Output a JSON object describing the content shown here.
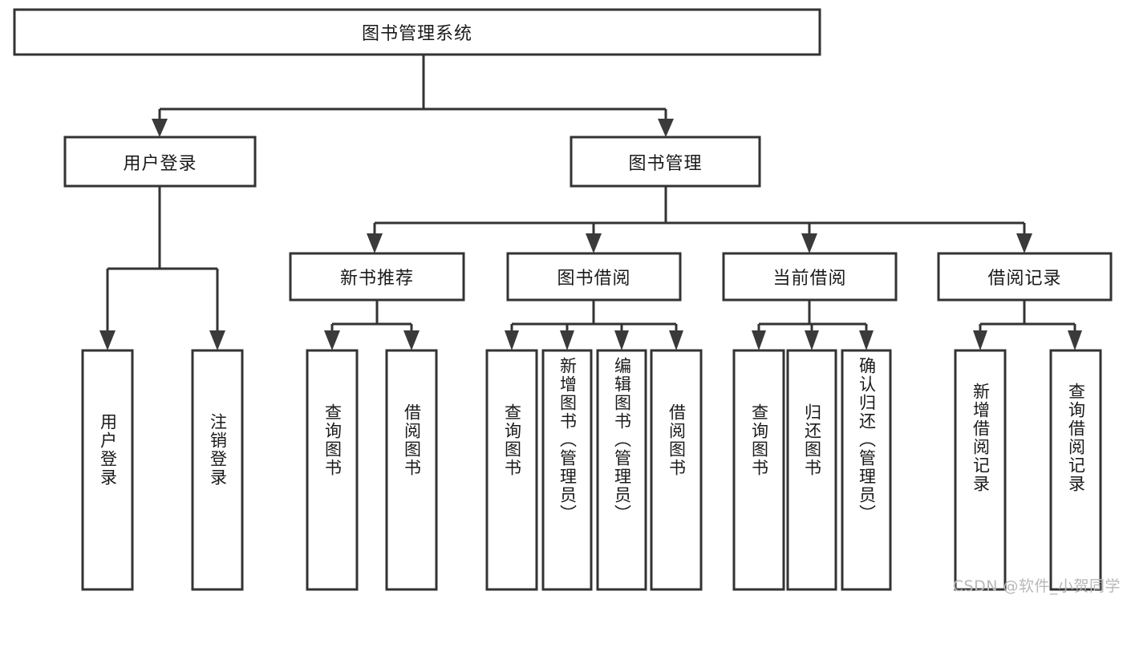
{
  "diagram": {
    "title": "图书管理系统",
    "watermark": "CSDN @软件_小贺同学",
    "colors": {
      "box_stroke": "#333333",
      "box_fill": "#ffffff",
      "line": "#333333",
      "arrow": "#3a3a3a",
      "text": "#1a1a1a",
      "watermark": "#b8b8b8",
      "background": "#ffffff"
    },
    "levels": {
      "root": "图书管理系统",
      "level2": [
        "用户登录",
        "图书管理"
      ],
      "level3": [
        "新书推荐",
        "图书借阅",
        "当前借阅",
        "借阅记录"
      ]
    },
    "nodes": {
      "root": {
        "label": "图书管理系统",
        "orientation": "horizontal"
      },
      "user_login": {
        "label": "用户登录",
        "orientation": "horizontal"
      },
      "book_manage": {
        "label": "图书管理",
        "orientation": "horizontal"
      },
      "new_book_rec": {
        "label": "新书推荐",
        "orientation": "horizontal"
      },
      "book_borrow": {
        "label": "图书借阅",
        "orientation": "horizontal"
      },
      "current_borrow": {
        "label": "当前借阅",
        "orientation": "horizontal"
      },
      "borrow_record": {
        "label": "借阅记录",
        "orientation": "horizontal"
      },
      "leaf_user_login": {
        "label": "用户登录",
        "orientation": "vertical"
      },
      "leaf_logout": {
        "label": "注销登录",
        "orientation": "vertical"
      },
      "leaf_query_book_1": {
        "label": "查询图书",
        "orientation": "vertical"
      },
      "leaf_borrow_book_1": {
        "label": "借阅图书",
        "orientation": "vertical"
      },
      "leaf_query_book_2": {
        "label": "查询图书",
        "orientation": "vertical"
      },
      "leaf_add_book": {
        "label": "新增图书（管理员）",
        "orientation": "vertical"
      },
      "leaf_edit_book": {
        "label": "编辑图书（管理员）",
        "orientation": "vertical"
      },
      "leaf_borrow_book_2": {
        "label": "借阅图书",
        "orientation": "vertical"
      },
      "leaf_query_book_3": {
        "label": "查询图书",
        "orientation": "vertical"
      },
      "leaf_return_book": {
        "label": "归还图书",
        "orientation": "vertical"
      },
      "leaf_confirm_return": {
        "label": "确认归还（管理员）",
        "orientation": "vertical"
      },
      "leaf_add_record": {
        "label": "新增借阅记录",
        "orientation": "vertical"
      },
      "leaf_query_record": {
        "label": "查询借阅记录",
        "orientation": "vertical"
      }
    },
    "tree": {
      "name": "图书管理系统",
      "children": [
        {
          "name": "用户登录",
          "children": [
            {
              "name": "用户登录"
            },
            {
              "name": "注销登录"
            }
          ]
        },
        {
          "name": "图书管理",
          "children": [
            {
              "name": "新书推荐",
              "children": [
                {
                  "name": "查询图书"
                },
                {
                  "name": "借阅图书"
                }
              ]
            },
            {
              "name": "图书借阅",
              "children": [
                {
                  "name": "查询图书"
                },
                {
                  "name": "新增图书（管理员）"
                },
                {
                  "name": "编辑图书（管理员）"
                },
                {
                  "name": "借阅图书"
                }
              ]
            },
            {
              "name": "当前借阅",
              "children": [
                {
                  "name": "查询图书"
                },
                {
                  "name": "归还图书"
                },
                {
                  "name": "确认归还（管理员）"
                }
              ]
            },
            {
              "name": "借阅记录",
              "children": [
                {
                  "name": "新增借阅记录"
                },
                {
                  "name": "查询借阅记录"
                }
              ]
            }
          ]
        }
      ]
    }
  }
}
